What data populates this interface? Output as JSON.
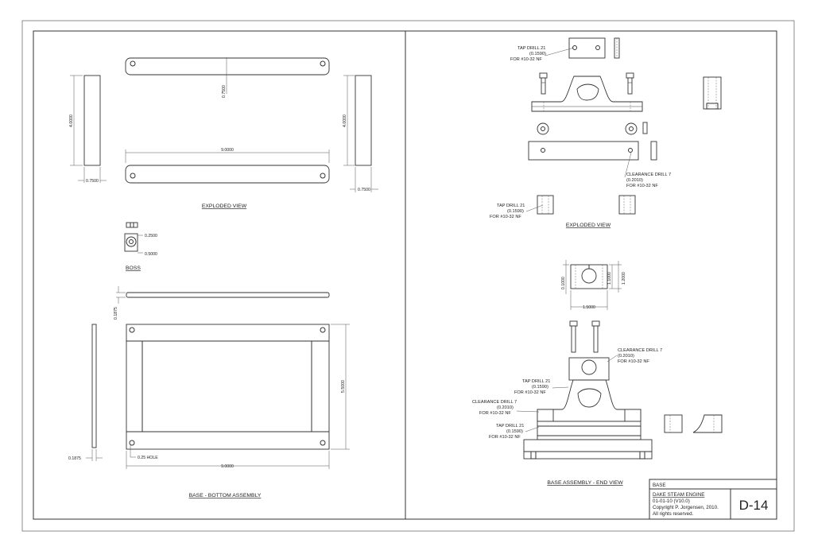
{
  "left_panel": {
    "exploded_title": "EXPLODED VIEW",
    "boss_title": "BOSS",
    "bottom_title": "BASE - BOTTOM ASSEMBLY",
    "dims": {
      "d_side_height": "4.0000",
      "d_side_width": "0.7500",
      "d_top_bar": "0.7500",
      "d_bar_length": "9.0000",
      "d_right_height": "4.0000",
      "d_right_width": "0.7500",
      "d_boss_bore": "0.2500",
      "d_boss_od": "0.5000",
      "d_plate_thk": "0.1875",
      "d_frame_height": "5.5000",
      "d_frame_length": "9.0000",
      "d_side_thk": "0.1875"
    },
    "hole_note": "0.25 HOLE"
  },
  "right_panel": {
    "exploded_title": "EXPLODED VIEW",
    "end_view_title": "BASE ASSEMBLY - END VIEW",
    "notes": {
      "n1": [
        "TAP DRILL 21",
        "(0.1590)",
        "FOR #10-32 NF"
      ],
      "n2": [
        "CLEARANCE DRILL 7",
        "(0.2010)",
        "FOR #10-32 NF"
      ],
      "n3": [
        "TAP DRILL 21",
        "(0.1590)",
        "FOR #10-32 NF"
      ],
      "n4": [
        "CLEARANCE DRILL 7",
        "(0.2010)",
        "FOR #10-32 NF"
      ],
      "n5": [
        "TAP DRILL 21",
        "(0.1590)",
        "FOR #10-32 NF"
      ],
      "n6": [
        "CLEARANCE DRILL 7",
        "(0.2010)",
        "FOR #10-32 NF"
      ],
      "n7": [
        "TAP DRILL 21",
        "(0.1590)",
        "FOR #10-32 NF"
      ]
    },
    "dims": {
      "d_block_inner": "0.1000",
      "d_block_h1": "1.1000",
      "d_block_h2": "1.2000",
      "d_block_width": "1.5000"
    }
  },
  "title_block": {
    "part": "BASE",
    "project": "DAKE STEAM ENGINE",
    "date": "01-01-10  (V10.0)",
    "copyright": "Copyright P. Jorgensen, 2010.",
    "rights": "All rights reserved.",
    "sheet": "D-14"
  }
}
